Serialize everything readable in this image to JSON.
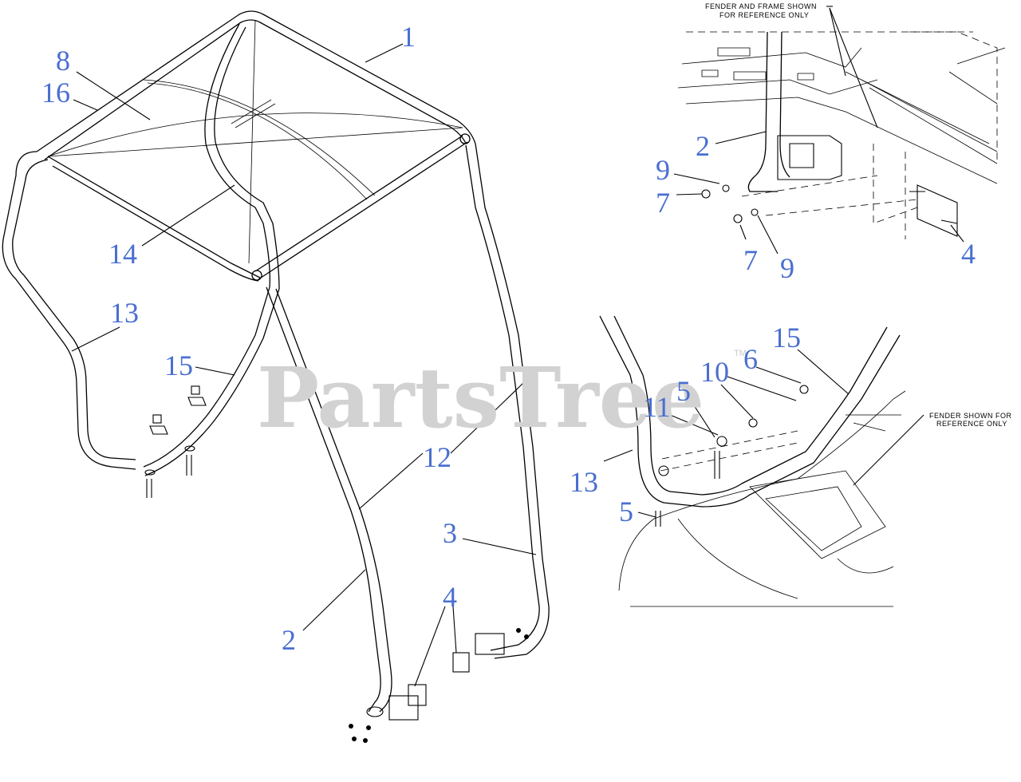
{
  "watermark": {
    "text": "PartsTree",
    "trademark": "TM"
  },
  "notes": {
    "fender_frame": [
      "FENDER AND FRAME SHOWN",
      "FOR REFERENCE ONLY"
    ],
    "fender": [
      "FENDER SHOWN FOR",
      "REFERENCE ONLY"
    ]
  },
  "callouts": {
    "main_1": "1",
    "main_8": "8",
    "main_16": "16",
    "main_14": "14",
    "main_13": "13",
    "main_15": "15",
    "main_12": "12",
    "main_3": "3",
    "main_2": "2",
    "main_4": "4",
    "tr_2": "2",
    "tr_9a": "9",
    "tr_7a": "7",
    "tr_7b": "7",
    "tr_9b": "9",
    "tr_4": "4",
    "br_15": "15",
    "br_6": "6",
    "br_10": "10",
    "br_5a": "5",
    "br_11": "11",
    "br_13": "13",
    "br_5b": "5"
  },
  "colors": {
    "callout": "#4a6fd1",
    "watermark": "#d2d2d2",
    "lines": "#000000"
  }
}
